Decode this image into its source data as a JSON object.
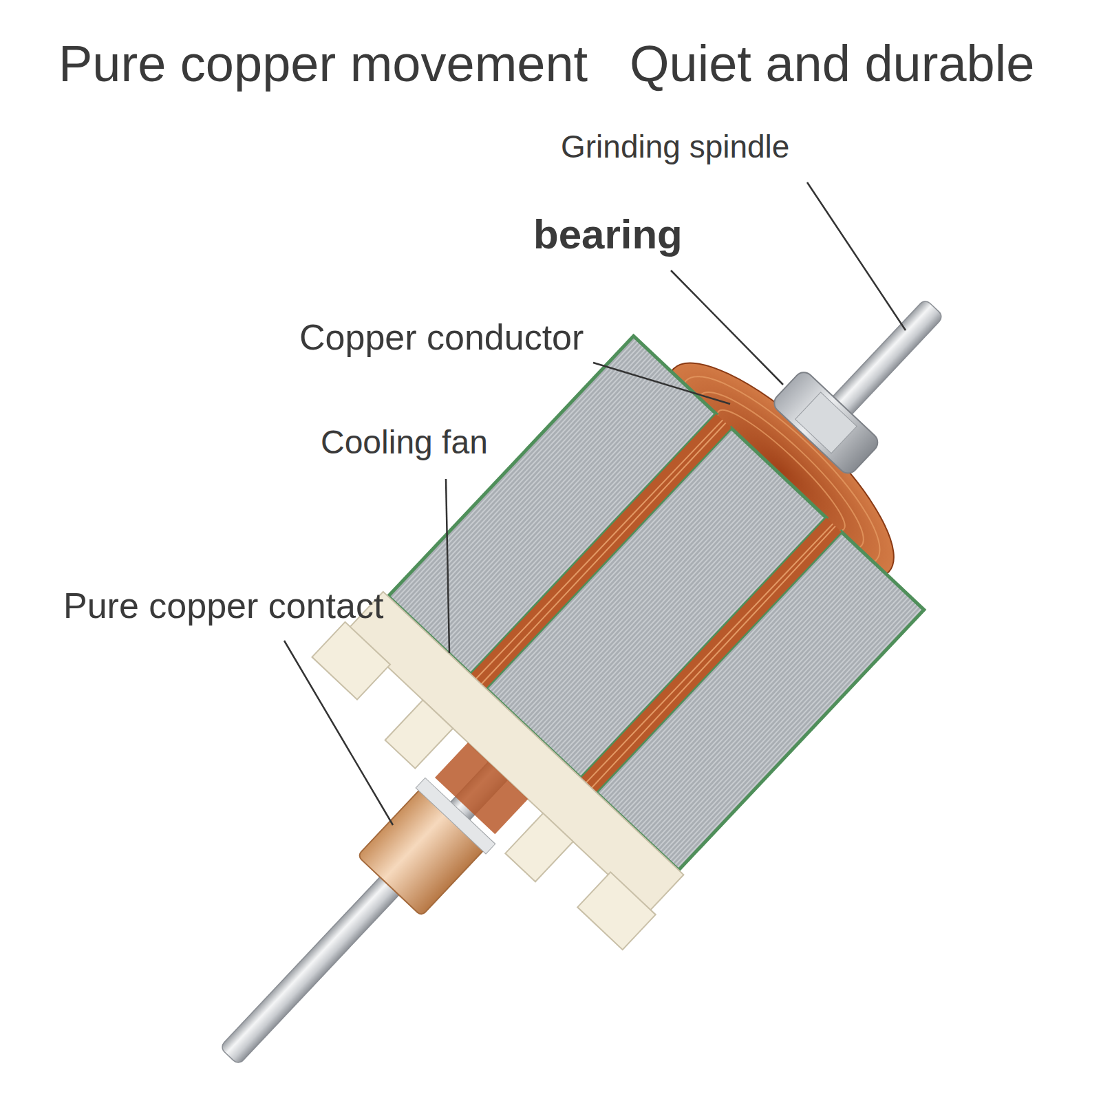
{
  "diagram": {
    "labels": [
      "Pure copper movement",
      "Quiet and durable",
      "Grinding spindle",
      "bearing",
      "Copper conductor",
      "Cooling fan",
      "Pure copper contact"
    ]
  }
}
